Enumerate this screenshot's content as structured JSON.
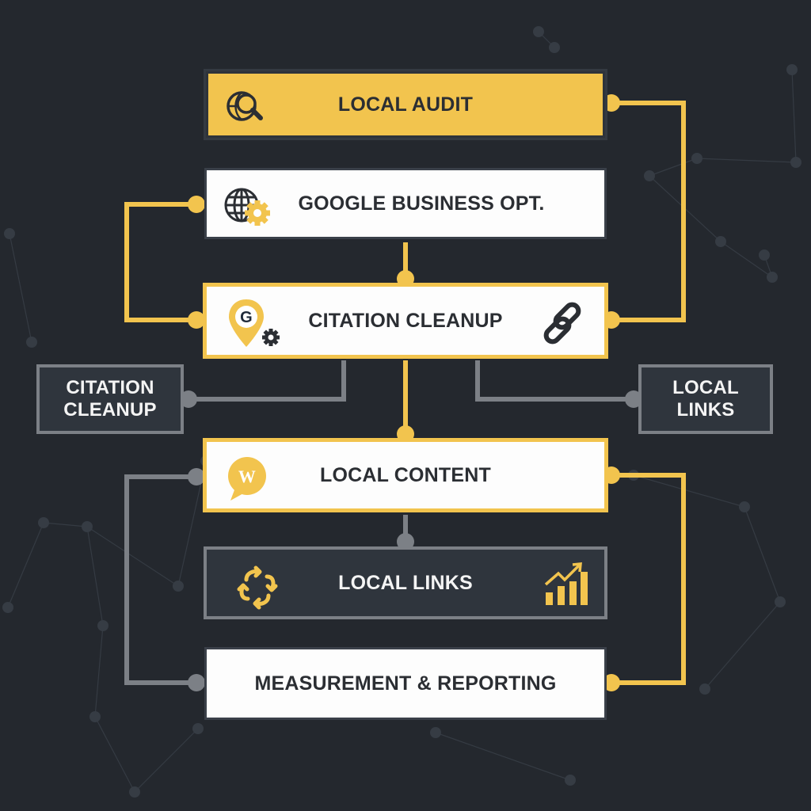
{
  "diagram": {
    "type": "flowchart",
    "colors": {
      "background": "#24282e",
      "accent": "#f2c44e",
      "dark_box": "#2f353d",
      "connector_gray": "#7c8086",
      "text_dark": "#2b2e33",
      "text_light": "#f4f4f4"
    },
    "nodes": [
      {
        "id": "local-audit",
        "label": "LOCAL AUDIT",
        "style": "yellow",
        "icons": [
          "globe-search-icon"
        ]
      },
      {
        "id": "google-business-opt",
        "label": "GOOGLE BUSINESS OPT.",
        "style": "white",
        "icons": [
          "globe-gear-icon"
        ]
      },
      {
        "id": "citation-cleanup-main",
        "label": "CITATION CLEANUP",
        "style": "white-gold",
        "icons": [
          "map-pin-google-gear-icon",
          "chain-link-icon"
        ]
      },
      {
        "id": "citation-cleanup-side",
        "label_line1": "CITATION",
        "label_line2": "CLEANUP",
        "style": "dark"
      },
      {
        "id": "local-links-side",
        "label_line1": "LOCAL",
        "label_line2": "LINKS",
        "style": "dark"
      },
      {
        "id": "local-content",
        "label": "LOCAL CONTENT",
        "style": "white-gold",
        "icons": [
          "speech-bubble-w-icon"
        ],
        "icon_letter": "W"
      },
      {
        "id": "local-links-main",
        "label": "LOCAL LINKS",
        "style": "dark",
        "icons": [
          "cycle-arrows-icon",
          "growth-chart-icon"
        ]
      },
      {
        "id": "measurement-reporting",
        "label": "MEASUREMENT & REPORTING",
        "style": "white"
      }
    ],
    "edges": [
      {
        "from": "local-audit",
        "to": "citation-cleanup-main",
        "color": "accent",
        "side": "right"
      },
      {
        "from": "google-business-opt",
        "to": "citation-cleanup-main",
        "color": "accent",
        "side": "left"
      },
      {
        "from": "google-business-opt",
        "to": "citation-cleanup-main",
        "color": "accent",
        "side": "center"
      },
      {
        "from": "citation-cleanup-main",
        "to": "citation-cleanup-side",
        "color": "gray"
      },
      {
        "from": "citation-cleanup-main",
        "to": "local-links-side",
        "color": "gray"
      },
      {
        "from": "citation-cleanup-main",
        "to": "local-content",
        "color": "accent",
        "side": "center"
      },
      {
        "from": "local-content",
        "to": "local-links-main",
        "color": "gray",
        "side": "center"
      },
      {
        "from": "local-content",
        "to": "measurement-reporting",
        "color": "gray",
        "side": "left"
      },
      {
        "from": "local-content",
        "to": "measurement-reporting",
        "color": "accent",
        "side": "right"
      }
    ]
  }
}
